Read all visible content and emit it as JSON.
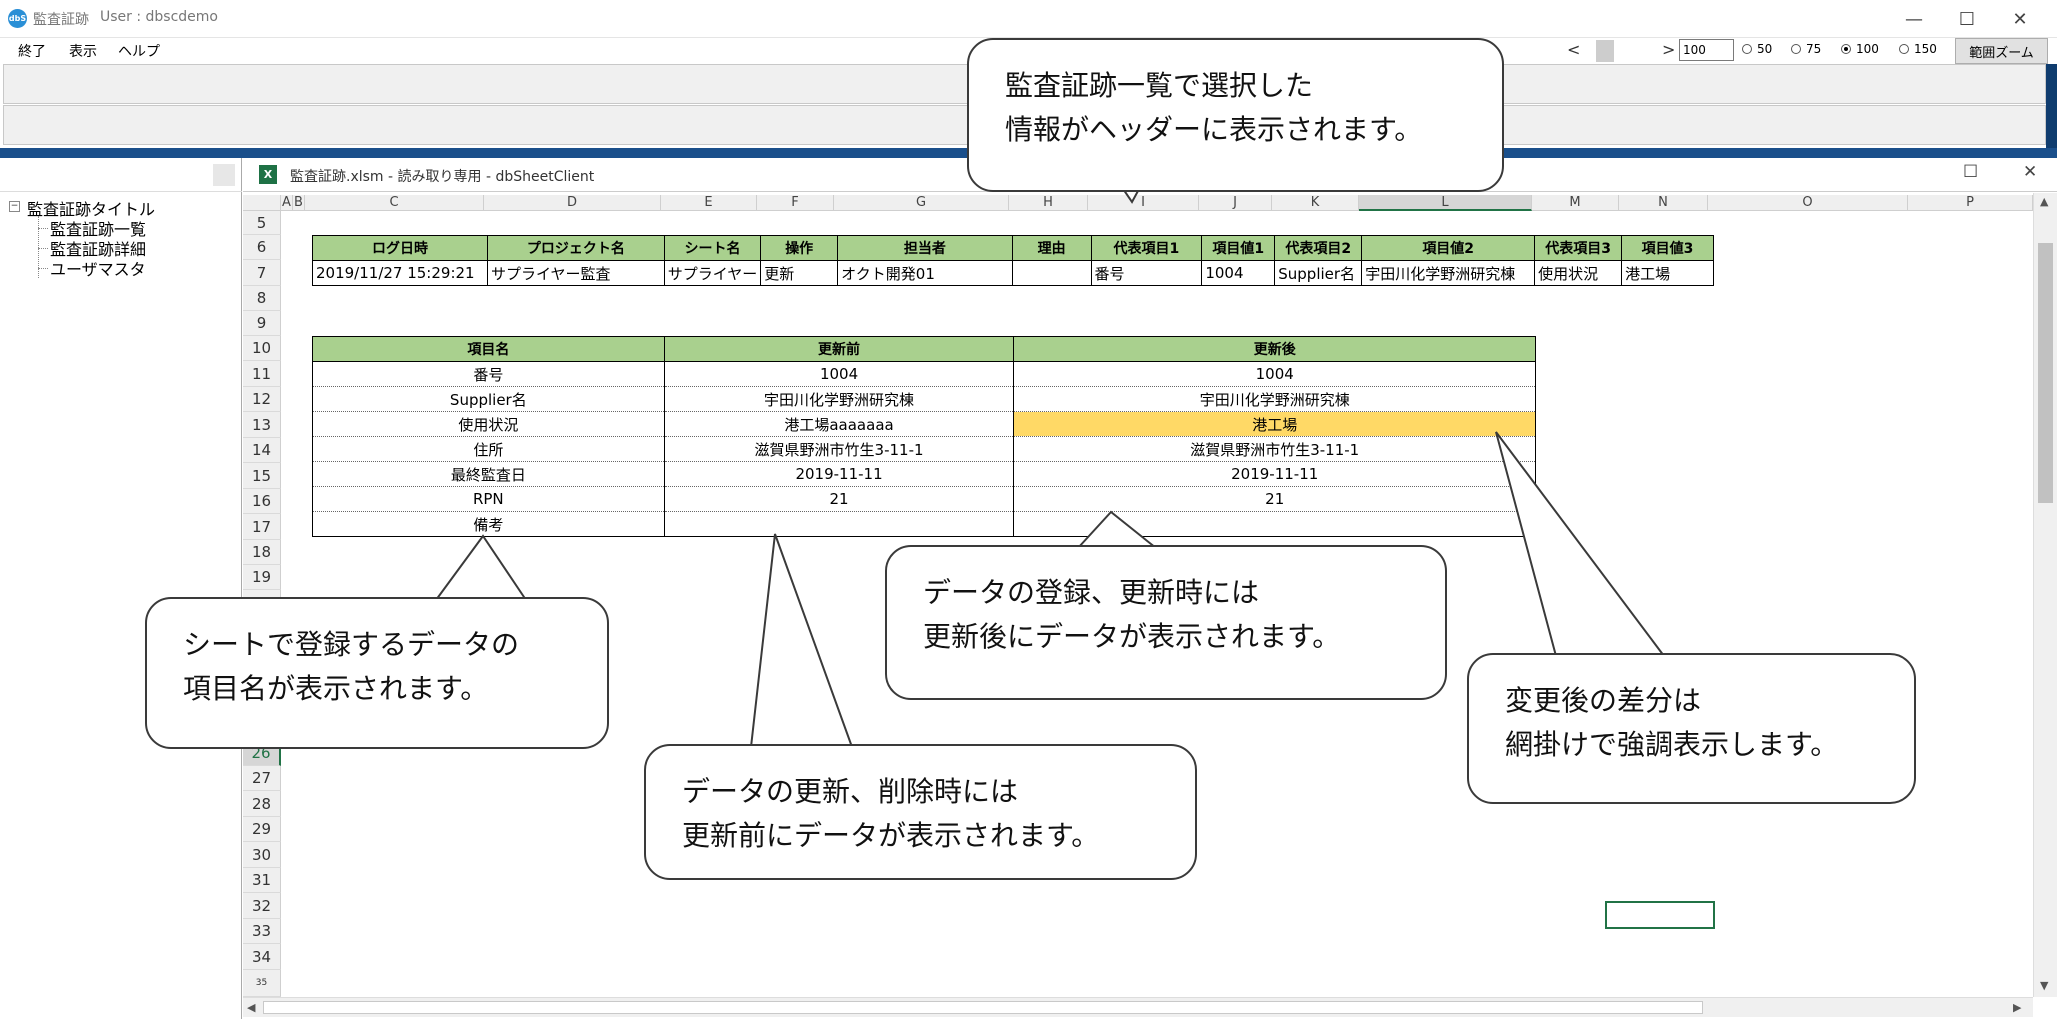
{
  "window": {
    "app_icon_text": "dbS",
    "title": "監査証跡",
    "user": "User : dbscdemo",
    "controls": [
      "—",
      "☐",
      "✕"
    ]
  },
  "menu": {
    "items": [
      "終了",
      "表示",
      "ヘルプ"
    ]
  },
  "zoom_controls": {
    "left_arrow": "<",
    "right_arrow": ">",
    "value": "100",
    "options": [
      {
        "label": "50",
        "selected": false
      },
      {
        "label": "75",
        "selected": false
      },
      {
        "label": "100",
        "selected": true
      },
      {
        "label": "150",
        "selected": false
      }
    ],
    "range_zoom_label": "範囲ズーム"
  },
  "tree": {
    "toggle": "−",
    "root": "監査証跡タイトル",
    "children": [
      "監査証跡一覧",
      "監査証跡詳細",
      "ユーザマスタ"
    ]
  },
  "workbook": {
    "title": "監査証跡.xlsm  -  読み取り専用 - dbSheetClient",
    "icon": "excel-icon",
    "columns": [
      "A",
      "B",
      "C",
      "D",
      "E",
      "F",
      "G",
      "H",
      "I",
      "J",
      "K",
      "L",
      "M",
      "N",
      "O",
      "P"
    ],
    "selected_column": "L",
    "rows": [
      "5",
      "6",
      "7",
      "8",
      "9",
      "10",
      "11",
      "12",
      "13",
      "14",
      "15",
      "16",
      "17",
      "18",
      "19",
      "26",
      "27",
      "28",
      "29",
      "30",
      "31",
      "32",
      "33",
      "34",
      "35"
    ],
    "selected_row": "26"
  },
  "header_table": {
    "headers": [
      "ログ日時",
      "プロジェクト名",
      "シート名",
      "操作",
      "担当者",
      "理由",
      "代表項目1",
      "項目値1",
      "代表項目2",
      "項目値2",
      "代表項目3",
      "項目値3"
    ],
    "row": [
      "2019/11/27 15:29:21",
      "サプライヤー監査",
      "サプライヤー",
      "更新",
      "オクト開発01",
      "",
      "番号",
      "1004",
      "Supplier名",
      "宇田川化学野洲研究棟",
      "使用状況",
      "港工場"
    ]
  },
  "detail_table": {
    "headers": [
      "項目名",
      "更新前",
      "更新後"
    ],
    "rows": [
      [
        "番号",
        "1004",
        "1004"
      ],
      [
        "Supplier名",
        "宇田川化学野洲研究棟",
        "宇田川化学野洲研究棟"
      ],
      [
        "使用状況",
        "港工場aaaaaaa",
        "港工場"
      ],
      [
        "住所",
        "滋賀県野洲市竹生3-11-1",
        "滋賀県野洲市竹生3-11-1"
      ],
      [
        "最終監査日",
        "2019-11-11",
        "2019-11-11"
      ],
      [
        "RPN",
        "21",
        "21"
      ],
      [
        "備考",
        "",
        ""
      ]
    ],
    "highlight_color": "#ffd966",
    "header_color": "#a9d08e"
  },
  "callouts": {
    "header": [
      "監査証跡一覧で選択した",
      "情報がヘッダーに表示されます。"
    ],
    "item_name": [
      "シートで登録するデータの",
      "項目名が表示されます。"
    ],
    "before": [
      "データの更新、削除時には",
      "更新前にデータが表示されます。"
    ],
    "after": [
      "データの登録、更新時には",
      "更新後にデータが表示されます。"
    ],
    "diff": [
      "変更後の差分は",
      "網掛けで強調表示します。"
    ]
  }
}
